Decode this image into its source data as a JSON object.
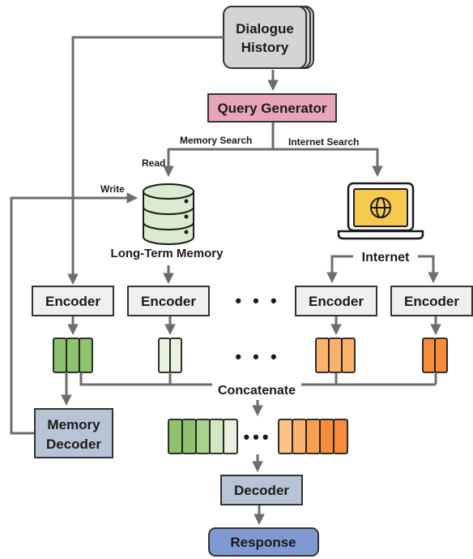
{
  "nodes": {
    "dialogue_history": [
      "Dialogue",
      "History"
    ],
    "query_generator": "Query Generator",
    "memory_search": "Memory Search",
    "internet_search": "Internet Search",
    "read": "Read",
    "write": "Write",
    "long_term_memory": "Long-Term Memory",
    "internet": "Internet",
    "encoder": "Encoder",
    "concatenate": "Concatenate",
    "memory_decoder": [
      "Memory",
      "Decoder"
    ],
    "decoder": "Decoder",
    "response": "Response",
    "ellipsis": "• • •",
    "ellipsis_short": "•••"
  },
  "colors": {
    "arrow": "#6d6d6d",
    "query_generator_fill": "#e8a5b8",
    "dialogue_fill": "#d4d4d4",
    "encoder_fill": "#efefef",
    "decoder_fill": "#b7c4d6",
    "response_fill": "#7f9ad3",
    "memory_fill": "#d9ecd0",
    "laptop_fill": "#f7c94e",
    "green_dark": "#8dc36e",
    "green_light": "#e7f3de",
    "orange_dark": "#f68d3c",
    "orange_light": "#fbc486"
  }
}
